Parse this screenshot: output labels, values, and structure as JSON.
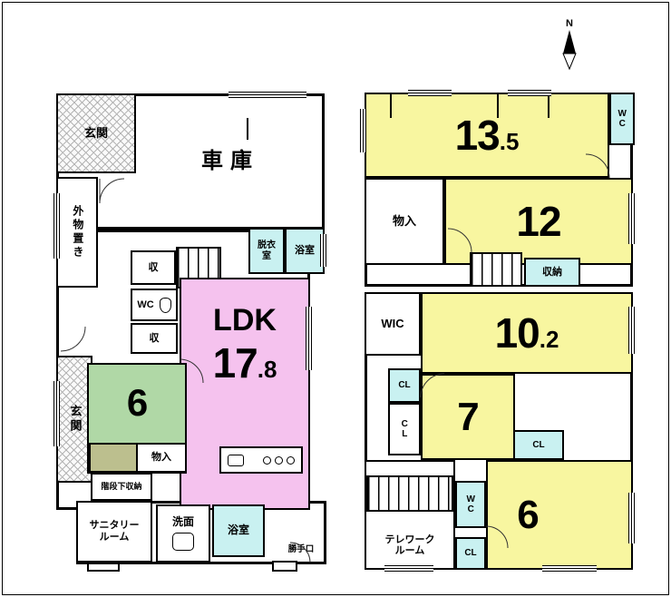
{
  "colors": {
    "room_yellow": "#f8f6a0",
    "ldk_pink": "#f5c2ee",
    "tatami_green": "#b0d8a6",
    "wet_area_cyan": "#c9f1f1",
    "tokonoma_olive": "#bcbf8e",
    "wall_black": "#000000"
  },
  "compass": {
    "label": "N"
  },
  "floor1": {
    "genkan_top": {
      "label": "玄関"
    },
    "garage": {
      "label": "車庫"
    },
    "outdoor_storage": {
      "label": "外物置き"
    },
    "storage_a": {
      "label": "収"
    },
    "storage_b": {
      "label": "収"
    },
    "dressing_room": {
      "label": "脱衣室"
    },
    "bath_top": {
      "label": "浴室"
    },
    "wc": {
      "label": "WC"
    },
    "ldk": {
      "label": "LDK",
      "size_main": "17",
      "size_decimal": ".8"
    },
    "genkan_left": {
      "label": "玄関"
    },
    "tatami_room": {
      "size": "6"
    },
    "closet": {
      "label": "物入"
    },
    "under_stairs_storage": {
      "label": "階段下収納"
    },
    "sanitary_room": {
      "line1": "サニタリー",
      "line2": "ルーム"
    },
    "washroom": {
      "label": "洗面"
    },
    "bath_bottom": {
      "label": "浴室"
    },
    "back_door": {
      "label": "勝手口"
    }
  },
  "floor2": {
    "room_13_5": {
      "size_main": "13",
      "size_decimal": ".5"
    },
    "wc_top": {
      "label": "WC"
    },
    "closet_top": {
      "label": "物入"
    },
    "room_12": {
      "size": "12"
    },
    "storage": {
      "label": "収納"
    },
    "wic": {
      "label": "WIC"
    },
    "room_10_2": {
      "size_main": "10",
      "size_decimal": ".2"
    },
    "cl_a": {
      "label": "CL"
    },
    "cl_b": {
      "label": "CL"
    },
    "room_7": {
      "size": "7"
    },
    "cl_c": {
      "label": "CL"
    },
    "room_6": {
      "size": "6"
    },
    "wc_bottom": {
      "label": "WC"
    },
    "telework_room": {
      "line1": "テレワーク",
      "line2": "ルーム"
    },
    "cl_d": {
      "label": "CL"
    }
  }
}
